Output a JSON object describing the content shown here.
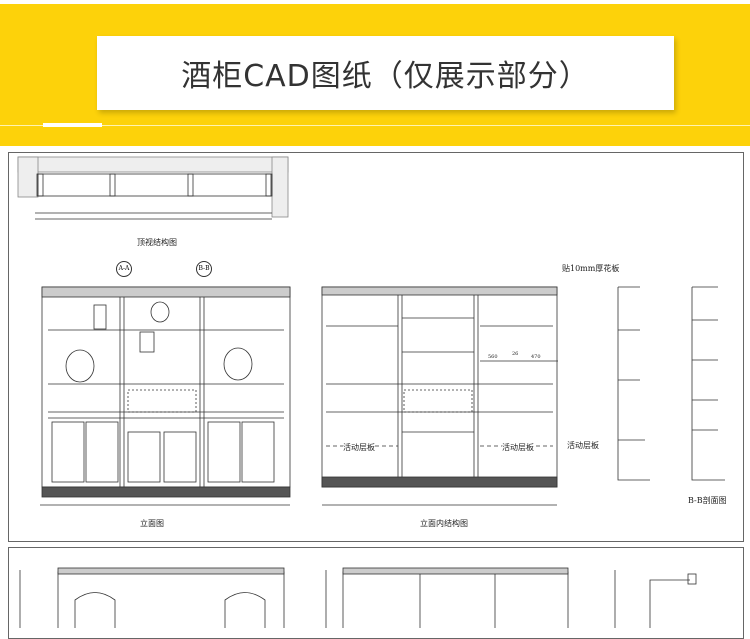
{
  "header": {
    "title": "酒柜CAD图纸（仅展示部分）",
    "background_color": "#FDD20A"
  },
  "drawing": {
    "labels": {
      "top_view": "顶视结构图",
      "elevation": "立面图",
      "inner_structure": "立面内结构图",
      "section_bb": "B-B剖面图",
      "panel_note": "贴10mm厚花板",
      "movable_shelf": "活动层板"
    },
    "section_markers": [
      "A-A",
      "B-B"
    ],
    "dimensions": [
      "560",
      "26",
      "470"
    ]
  }
}
